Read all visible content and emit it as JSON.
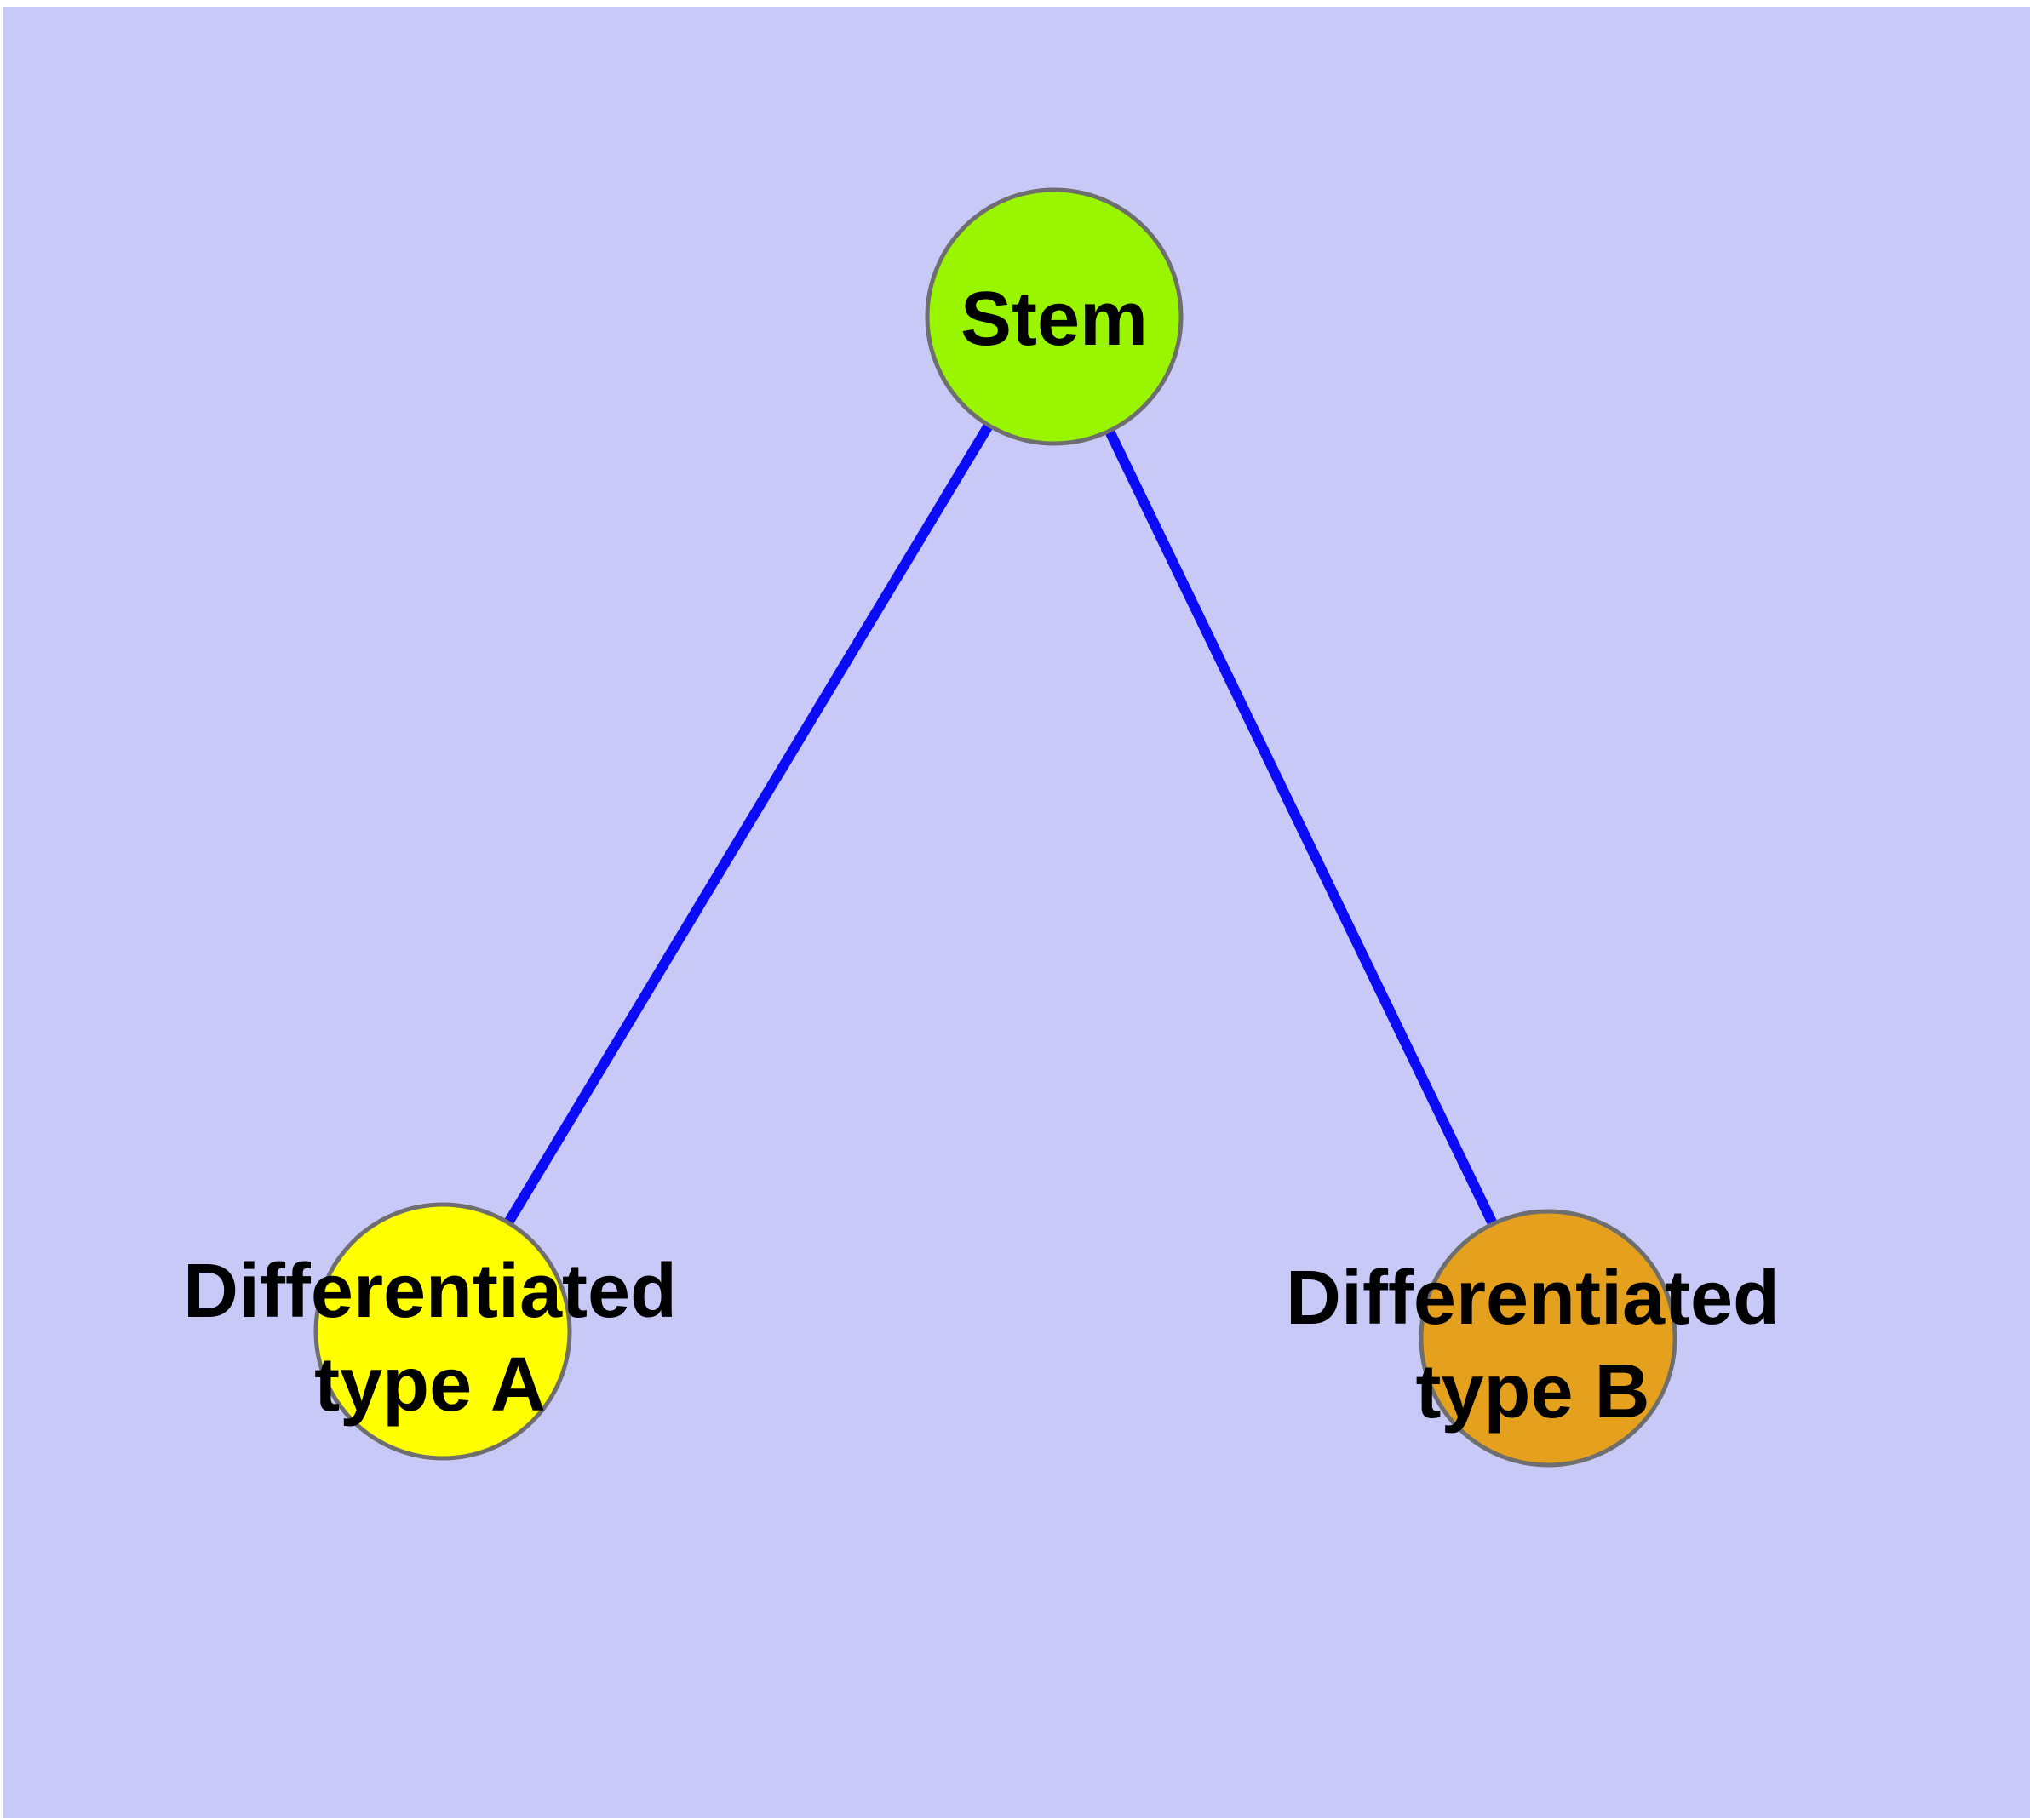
{
  "diagram": {
    "background_color": "#c9c9f8",
    "page_margin_color": "#ffffff",
    "node_border_color": "#6e6e6e",
    "nodes": {
      "stem": {
        "label": "Stem",
        "fill": "#9af500"
      },
      "type_a": {
        "label": "Differentiated type A",
        "label_line1": "Differentiated",
        "label_line2": "type A",
        "fill": "#ffff00"
      },
      "type_b": {
        "label": "Differentiated type B",
        "label_line1": "Differentiated",
        "label_line2": "type B",
        "fill": "#e5a11d"
      }
    },
    "edges": [
      {
        "from": "Stem",
        "to": "Differentiated type A",
        "color": "#0b0bf5"
      },
      {
        "from": "Stem",
        "to": "Differentiated type B",
        "color": "#0b0bf5"
      }
    ]
  }
}
